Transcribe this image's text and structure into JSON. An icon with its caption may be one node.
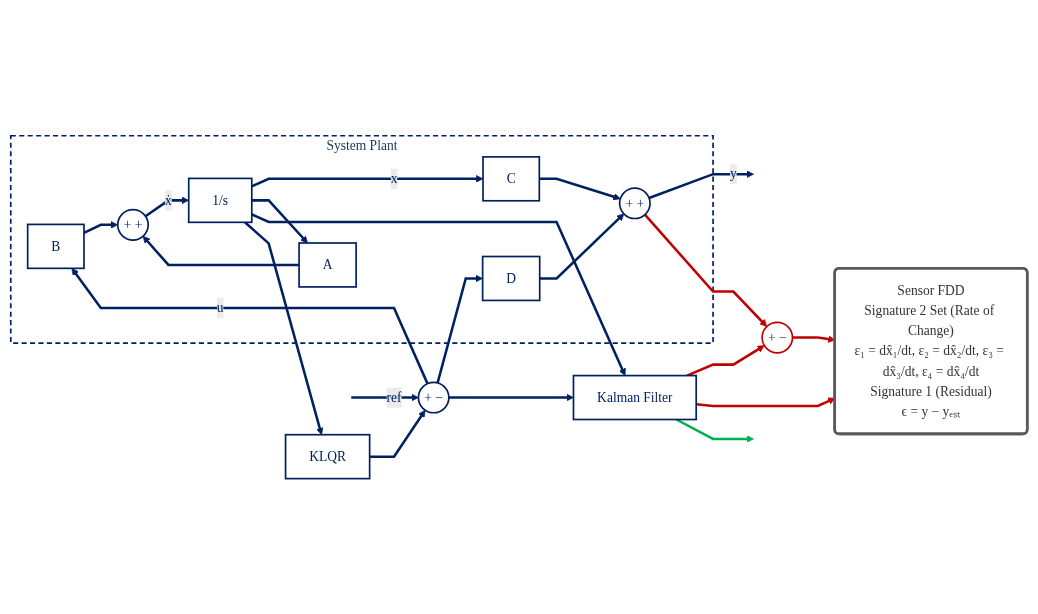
{
  "diagram": {
    "nodes": [
      {
        "text": [
          "System Plant"
        ]
      },
      {
        "text": [
          "+",
          "−"
        ]
      },
      {
        "text": [
          "B"
        ],
        "in": 0
      },
      {
        "text": [
          "+",
          "+"
        ],
        "in": 0
      },
      {
        "text": [
          "1/s"
        ],
        "in": 0
      },
      {
        "text": [
          "D"
        ],
        "in": 0
      },
      {
        "text": [
          "A"
        ],
        "in": 0
      },
      {
        "text": [
          "C"
        ],
        "in": 0
      },
      {
        "text": [
          "+",
          "+"
        ],
        "in": 0
      },
      {
        "text": [
          "Kalman Filter"
        ]
      },
      {
        "text": [
          "KLQR"
        ]
      },
      {
        "text": [
          "+",
          "−"
        ]
      },
      {
        "text": [
          "Sensor FDD",
          "Signature 2 Set (Rate of Change)",
          "ε₁ = dx̂₁/dt, ε₂ = dx̂₂/dt, ε₃ = dx̂₃/dt, ε₄ = dx̂₄/dt",
          "Signature 1 (Residual)",
          "ϵ = y − yₑₛₜ"
        ]
      }
    ],
    "edges": [
      {
        "from": null,
        "to": 1,
        "arrow": "to",
        "label": "ref"
      },
      {
        "from": 1,
        "to": 2,
        "arrow": "to",
        "label": "u"
      },
      {
        "from": 1,
        "to": 5,
        "arrow": "to"
      },
      {
        "from": 1,
        "to": 9,
        "arrow": "to"
      },
      {
        "from": 2,
        "to": 3,
        "arrow": "to"
      },
      {
        "from": 3,
        "to": 4,
        "arrow": "to",
        "label": "ẋ"
      },
      {
        "from": 4,
        "to": 7,
        "arrow": "to",
        "label": "x"
      },
      {
        "from": 4,
        "to": 6,
        "arrow": "to"
      },
      {
        "from": 4,
        "to": 9,
        "arrow": "to"
      },
      {
        "from": 4,
        "to": 10,
        "arrow": "to"
      },
      {
        "from": 6,
        "to": 3,
        "arrow": "to"
      },
      {
        "from": 5,
        "to": 8,
        "arrow": "to"
      },
      {
        "from": 7,
        "to": 8,
        "arrow": "to"
      },
      {
        "from": 8,
        "to": null,
        "arrow": "to",
        "label": "y"
      },
      {
        "from": 8,
        "to": 11,
        "arrow": "to",
        "color": "#c00000"
      },
      {
        "from": 9,
        "to": 11,
        "arrow": "to",
        "color": "#c00000"
      },
      {
        "from": 9,
        "to": 12,
        "arrow": "to",
        "color": "#c00000"
      },
      {
        "from": 11,
        "to": 12,
        "arrow": "to",
        "color": "#c00000"
      },
      {
        "from": 10,
        "to": 1,
        "arrow": "to"
      },
      {
        "from": 9,
        "to": null,
        "arrow": "to",
        "color": "#00b050"
      }
    ]
  }
}
